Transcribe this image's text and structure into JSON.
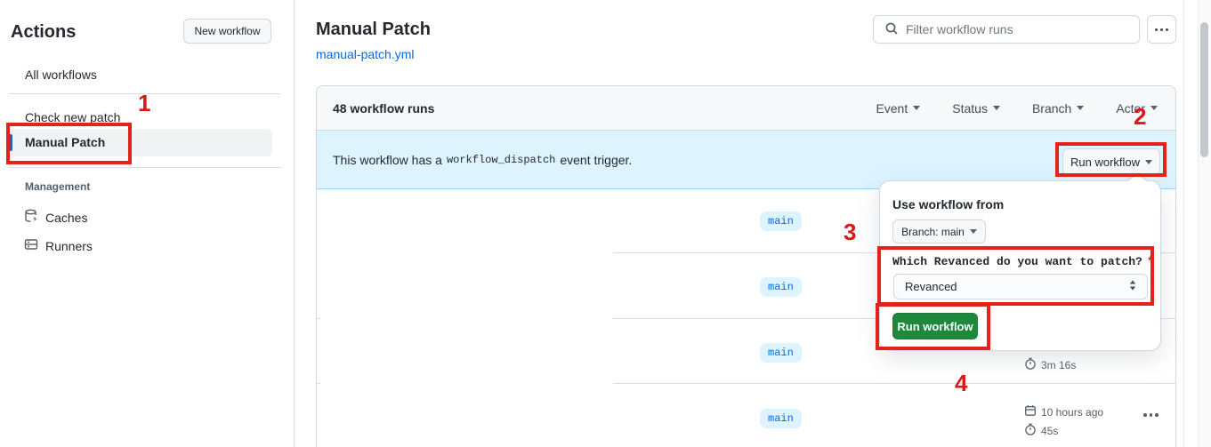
{
  "annotations": {
    "step1": "1",
    "step2": "2",
    "step3": "3",
    "step4": "4"
  },
  "sidebar": {
    "title": "Actions",
    "new_workflow_button": "New workflow",
    "items": [
      {
        "label": "All workflows",
        "selected": false
      },
      {
        "label": "Check new patch",
        "selected": false
      },
      {
        "label": "Manual Patch",
        "selected": true
      }
    ],
    "management": {
      "heading": "Management",
      "items": [
        {
          "label": "Caches",
          "icon": "cache-icon"
        },
        {
          "label": "Runners",
          "icon": "runners-icon"
        }
      ]
    }
  },
  "header": {
    "title": "Manual Patch",
    "file_link": "manual-patch.yml"
  },
  "toolbar": {
    "filter_placeholder": "Filter workflow runs"
  },
  "runs_table": {
    "count_label": "48 workflow runs",
    "filters": [
      {
        "label": "Event"
      },
      {
        "label": "Status"
      },
      {
        "label": "Branch"
      },
      {
        "label": "Actor"
      }
    ],
    "banner": {
      "text_before": "This workflow has a",
      "code": "workflow_dispatch",
      "text_after": "event trigger.",
      "run_workflow_button": "Run workflow"
    },
    "rows": [
      {
        "branch": "main"
      },
      {
        "branch": "main"
      },
      {
        "branch": "main",
        "duration": "3m 16s"
      },
      {
        "branch": "main",
        "time_ago": "10 hours ago",
        "duration": "45s"
      }
    ]
  },
  "run_dialog": {
    "heading": "Use workflow from",
    "branch_selector": "Branch: main",
    "input_label": "Which Revanced do you want to patch?",
    "required_marker": "*",
    "select_value": "Revanced",
    "submit_button": "Run workflow"
  },
  "colors": {
    "accent_blue": "#0969da",
    "badge_bg": "#ddf4ff",
    "banner_bg": "#ddf4ff",
    "success_green": "#1f883d",
    "annotation_red": "#e2231a",
    "tab_orange": "#f4795e"
  }
}
